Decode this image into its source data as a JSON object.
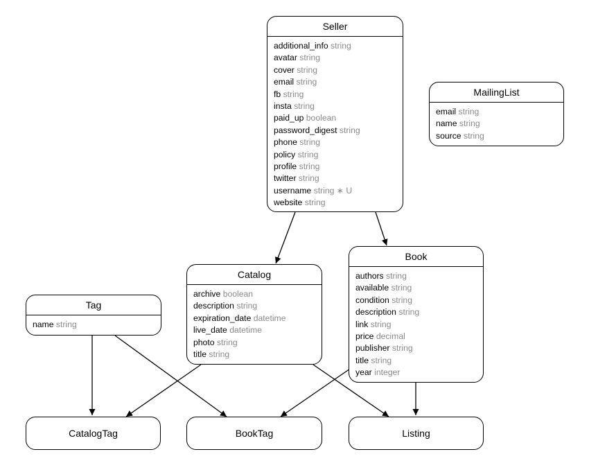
{
  "entities": {
    "seller": {
      "name": "Seller",
      "attrs": [
        {
          "name": "additional_info",
          "type": "string"
        },
        {
          "name": "avatar",
          "type": "string"
        },
        {
          "name": "cover",
          "type": "string"
        },
        {
          "name": "email",
          "type": "string"
        },
        {
          "name": "fb",
          "type": "string"
        },
        {
          "name": "insta",
          "type": "string"
        },
        {
          "name": "paid_up",
          "type": "boolean"
        },
        {
          "name": "password_digest",
          "type": "string"
        },
        {
          "name": "phone",
          "type": "string"
        },
        {
          "name": "policy",
          "type": "string"
        },
        {
          "name": "profile",
          "type": "string"
        },
        {
          "name": "twitter",
          "type": "string"
        },
        {
          "name": "username",
          "type": "string ∗ U"
        },
        {
          "name": "website",
          "type": "string"
        }
      ]
    },
    "mailing_list": {
      "name": "MailingList",
      "attrs": [
        {
          "name": "email",
          "type": "string"
        },
        {
          "name": "name",
          "type": "string"
        },
        {
          "name": "source",
          "type": "string"
        }
      ]
    },
    "catalog": {
      "name": "Catalog",
      "attrs": [
        {
          "name": "archive",
          "type": "boolean"
        },
        {
          "name": "description",
          "type": "string"
        },
        {
          "name": "expiration_date",
          "type": "datetime"
        },
        {
          "name": "live_date",
          "type": "datetime"
        },
        {
          "name": "photo",
          "type": "string"
        },
        {
          "name": "title",
          "type": "string"
        }
      ]
    },
    "book": {
      "name": "Book",
      "attrs": [
        {
          "name": "authors",
          "type": "string"
        },
        {
          "name": "available",
          "type": "string"
        },
        {
          "name": "condition",
          "type": "string"
        },
        {
          "name": "description",
          "type": "string"
        },
        {
          "name": "link",
          "type": "string"
        },
        {
          "name": "price",
          "type": "decimal"
        },
        {
          "name": "publisher",
          "type": "string"
        },
        {
          "name": "title",
          "type": "string"
        },
        {
          "name": "year",
          "type": "integer"
        }
      ]
    },
    "tag": {
      "name": "Tag",
      "attrs": [
        {
          "name": "name",
          "type": "string"
        }
      ]
    },
    "catalog_tag": {
      "name": "CatalogTag"
    },
    "book_tag": {
      "name": "BookTag"
    },
    "listing": {
      "name": "Listing"
    }
  },
  "relations": [
    {
      "from": "Seller",
      "to": "Catalog"
    },
    {
      "from": "Seller",
      "to": "Book"
    },
    {
      "from": "Tag",
      "to": "CatalogTag"
    },
    {
      "from": "Tag",
      "to": "BookTag"
    },
    {
      "from": "Catalog",
      "to": "CatalogTag"
    },
    {
      "from": "Catalog",
      "to": "Listing"
    },
    {
      "from": "Book",
      "to": "BookTag"
    },
    {
      "from": "Book",
      "to": "Listing"
    }
  ]
}
